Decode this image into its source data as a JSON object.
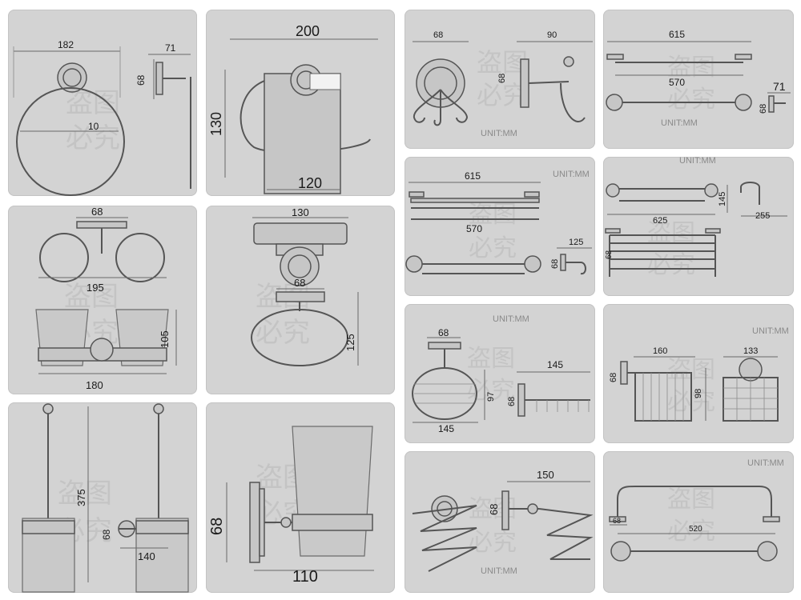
{
  "watermark": {
    "line1": "盗图",
    "line2": "必究"
  },
  "unit_label": "UNIT:MM",
  "panels": {
    "towel_ring": {
      "w": "182",
      "d": "71",
      "h": "68",
      "t": "10"
    },
    "paper_holder": {
      "w": "200",
      "h": "130",
      "d": "120"
    },
    "robe_hook": {
      "w": "68",
      "d": "90",
      "h": "68"
    },
    "towel_bar": {
      "w": "615",
      "bar": "570",
      "d": "71",
      "h": "68"
    },
    "double_tumbler": {
      "top": "68",
      "w": "195",
      "h": "105",
      "bottom": "180"
    },
    "soap_dish": {
      "w": "130",
      "base": "68",
      "h": "125"
    },
    "towel_shelf": {
      "w": "615",
      "bar": "570",
      "d": "125",
      "h": "68"
    },
    "shelf_hook": {
      "h": "145",
      "d": "255",
      "w": "625",
      "hh": "68"
    },
    "soap_basket": {
      "top": "68",
      "d": "145",
      "h": "97",
      "hh": "68",
      "w": "145"
    },
    "corner_baskets": {
      "w1": "160",
      "w2": "133",
      "h1": "68",
      "h2": "98"
    },
    "toilet_brush": {
      "h": "375",
      "hh": "68",
      "d": "140"
    },
    "dryer_holder": {
      "d": "150",
      "h": "68"
    },
    "tumbler": {
      "h": "68",
      "d": "110"
    },
    "grab_bar": {
      "h": "68",
      "w": "520"
    }
  }
}
